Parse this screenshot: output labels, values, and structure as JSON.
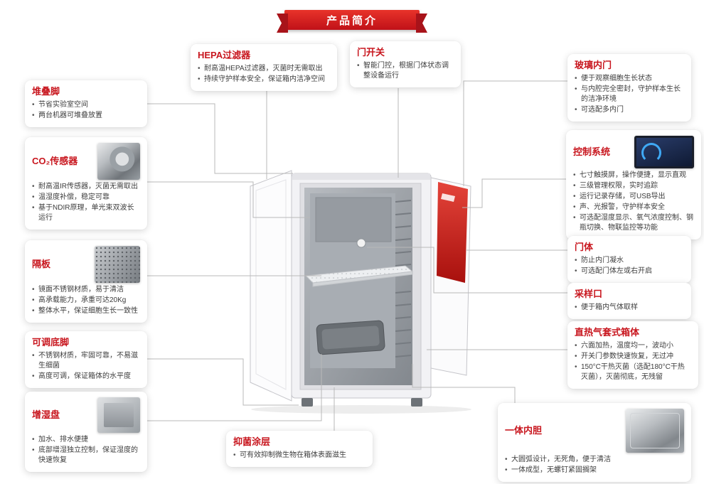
{
  "banner": {
    "title": "产品简介"
  },
  "colors": {
    "accent_red": "#c8161e",
    "banner_red": "#d3232b",
    "line_gray": "#b9b9b9"
  },
  "callouts": {
    "stacking_feet": {
      "title": "堆叠脚",
      "bullets": [
        "节省实验室空间",
        "两台机器可堆叠放置"
      ]
    },
    "co2_sensor": {
      "title": "CO₂传感器",
      "photo": "co2-sensor-photo",
      "bullets": [
        "耐高温IR传感器，灭菌无需取出",
        "温湿度补偿，稳定可靠",
        "基于NDIR原理，单光束双波长运行"
      ]
    },
    "shelf": {
      "title": "隔板",
      "photo": "shelf-photo",
      "bullets": [
        "镜面不锈钢材质，易于清洁",
        "高承载能力，承重可达20Kg",
        "整体水平，保证细胞生长一致性"
      ]
    },
    "adjustable_feet": {
      "title": "可调底脚",
      "bullets": [
        "不锈钢材质，牢固可靠，不易滋生细菌",
        "高度可调，保证箱体的水平度"
      ]
    },
    "humidify_tray": {
      "title": "增湿盘",
      "photo": "humidify-tray-photo",
      "bullets": [
        "加水、排水便捷",
        "底部增湿独立控制，保证湿度的快速恢复"
      ]
    },
    "hepa_filter": {
      "title": "HEPA过滤器",
      "bullets": [
        "耐高温HEPA过滤器，灭菌时无需取出",
        "持续守护样本安全，保证箱内洁净空间"
      ]
    },
    "door_switch": {
      "title": "门开关",
      "bullets": [
        "智能门控，根据门体状态调整设备运行"
      ]
    },
    "glass_inner_door": {
      "title": "玻璃内门",
      "bullets": [
        "便于观察细胞生长状态",
        "与内腔完全密封，守护样本生长的洁净环境",
        "可选配多内门"
      ]
    },
    "control_system": {
      "title": "控制系统",
      "photo": "control-screen-photo",
      "bullets": [
        "七寸触摸屏，操作便捷，显示直观",
        "三级管理权限，实时追踪",
        "运行记录存储，可USB导出",
        "声、光报警，守护样本安全",
        "可选配湿度显示、氧气浓度控制、钢瓶切换、物联监控等功能"
      ]
    },
    "door_body": {
      "title": "门体",
      "bullets": [
        "防止内门凝水",
        "可选配门体左或右开启"
      ]
    },
    "sampling_port": {
      "title": "采样口",
      "bullets": [
        "便于箱内气体取样"
      ]
    },
    "direct_heat_cabinet": {
      "title": "直热气套式箱体",
      "bullets": [
        "六面加热，温度均一，波动小",
        "开关门参数快速恢复，无过冲",
        "150°C干热灭菌（选配180°C干热灭菌），灭菌彻底，无残留"
      ]
    },
    "integrated_liner": {
      "title": "一体内胆",
      "photo": "liner-photo",
      "bullets": [
        "大圆弧设计，无死角，便于清洁",
        "一体成型，无螺钉紧固搁架"
      ]
    },
    "antibacterial_coating": {
      "title": "抑菌涂层",
      "bullets": [
        "可有效抑制微生物在箱体表面滋生"
      ]
    }
  }
}
